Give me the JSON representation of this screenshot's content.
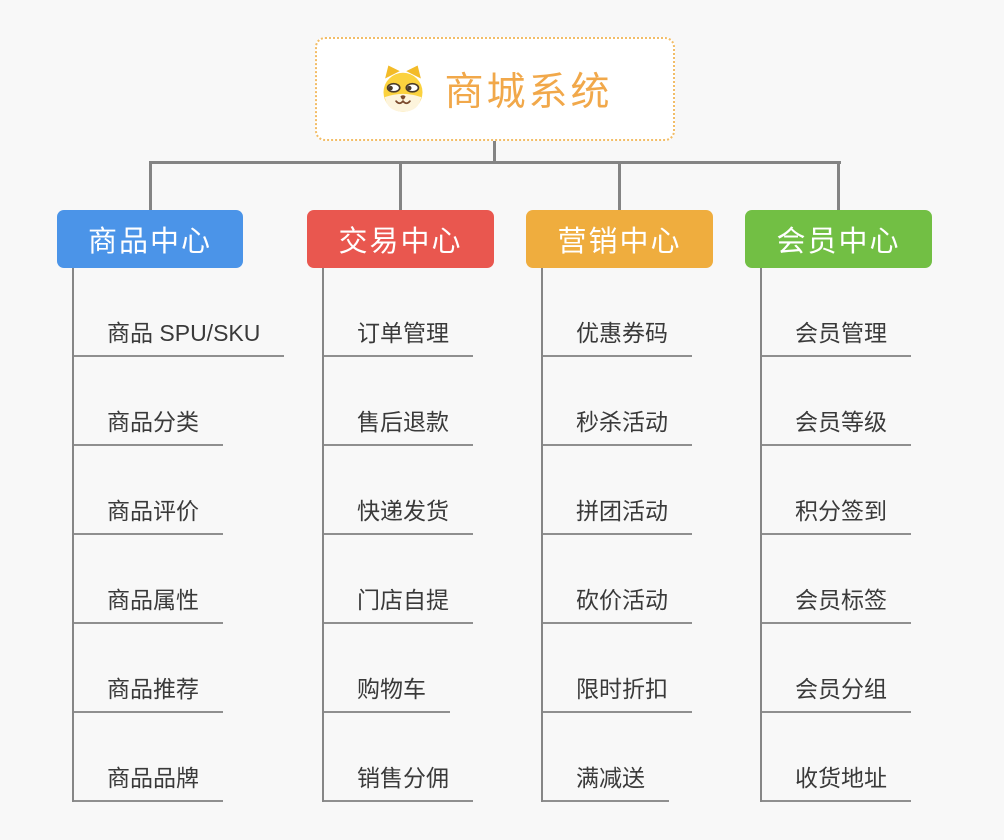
{
  "root": {
    "title": "商城系统",
    "icon": "shiba-dog-icon",
    "text_color": "#f1a84a",
    "border_color": "#f2bd67"
  },
  "connector_color": "#848484",
  "background_color": "#f8f8f8",
  "branches": [
    {
      "label": "商品中心",
      "color": "#4b94e8",
      "items": [
        "商品 SPU/SKU",
        "商品分类",
        "商品评价",
        "商品属性",
        "商品推荐",
        "商品品牌"
      ]
    },
    {
      "label": "交易中心",
      "color": "#e9574f",
      "items": [
        "订单管理",
        "售后退款",
        "快递发货",
        "门店自提",
        "购物车",
        "销售分佣"
      ]
    },
    {
      "label": "营销中心",
      "color": "#efad3e",
      "items": [
        "优惠券码",
        "秒杀活动",
        "拼团活动",
        "砍价活动",
        "限时折扣",
        "满减送"
      ]
    },
    {
      "label": "会员中心",
      "color": "#72bf44",
      "items": [
        "会员管理",
        "会员等级",
        "积分签到",
        "会员标签",
        "会员分组",
        "收货地址"
      ]
    }
  ]
}
